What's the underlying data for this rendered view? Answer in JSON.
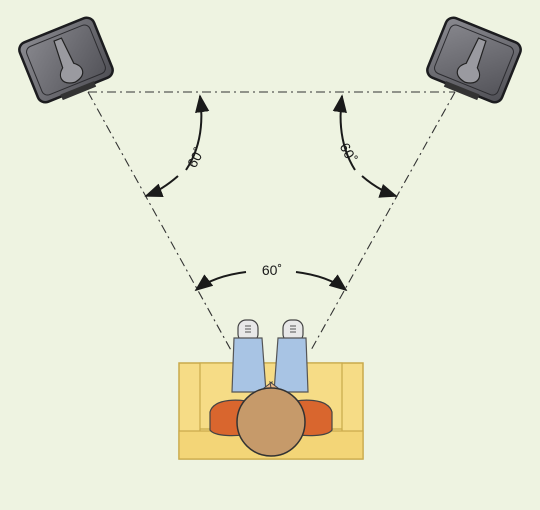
{
  "colors": {
    "background": "#eef3e1",
    "speaker_body": "#6f6f74",
    "speaker_edge": "#1c1c1f",
    "chair_seat": "#f6dc86",
    "chair_outline": "#c9a94b",
    "legs": "#a8c4e4",
    "arms": "#d9662e",
    "head": "#c69a6a",
    "lines": "#333333"
  },
  "diagram": {
    "left_speaker": "speaker-icon",
    "right_speaker": "speaker-icon",
    "listener": "listener-icon",
    "angles": {
      "top_left": "60˚",
      "top_right": "60˚",
      "bottom": "60˚"
    }
  }
}
